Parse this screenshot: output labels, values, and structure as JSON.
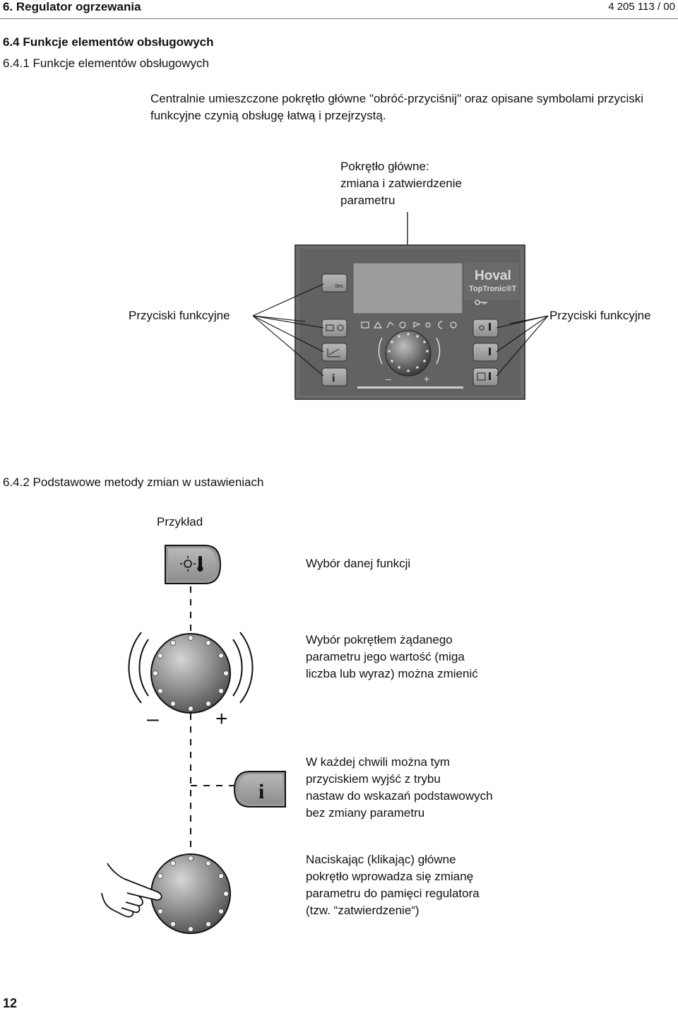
{
  "header": {
    "chapter": "6. Regulator ogrzewania",
    "doc_code": "4 205 113 / 00"
  },
  "section": {
    "h_6_4": "6.4   Funkcje elementów obsługowych",
    "h_6_4_1": "6.4.1 Funkcje elementów obsługowych",
    "intro": "Centralnie umieszczone pokrętło główne \"obróć-przyciśnij\" oraz opisane symbolami przyciski funkcyjne czynią obsługę łatwą i przejrzystą."
  },
  "panel": {
    "knob_callout": [
      "Pokrętło główne:",
      "zmiana i zatwierdzenie",
      "parametru"
    ],
    "left_label": "Przyciski funkcyjne",
    "right_label": "Przyciski funkcyjne",
    "brand": "Hoval",
    "model": "TopTronic®T",
    "knob_minus": "–",
    "knob_plus": "+",
    "sec_label": "Sec",
    "info_glyph": "i"
  },
  "section2": {
    "heading": "6.4.2 Podstawowe metody zmian w ustawieniach",
    "example_label": "Przykład",
    "steps": [
      {
        "text": [
          "Wybór danej funkcji"
        ]
      },
      {
        "text": [
          "Wybór pokrętłem żądanego",
          "parametru jego wartość (miga",
          "liczba lub wyraz) można zmienić"
        ]
      },
      {
        "text": [
          "W każdej chwili można tym",
          "przyciskiem wyjść z trybu",
          "nastaw do wskazań podstawowych",
          "bez zmiany parametru"
        ]
      },
      {
        "text": [
          "Naciskając (klikając) główne",
          "pokrętło wprowadza się zmianę",
          "parametru do pamięci regulatora",
          "(tzw. “zatwierdzenie“)"
        ]
      }
    ],
    "dial_minus": "–",
    "dial_plus": "+",
    "info_glyph": "i"
  },
  "page_number": "12"
}
